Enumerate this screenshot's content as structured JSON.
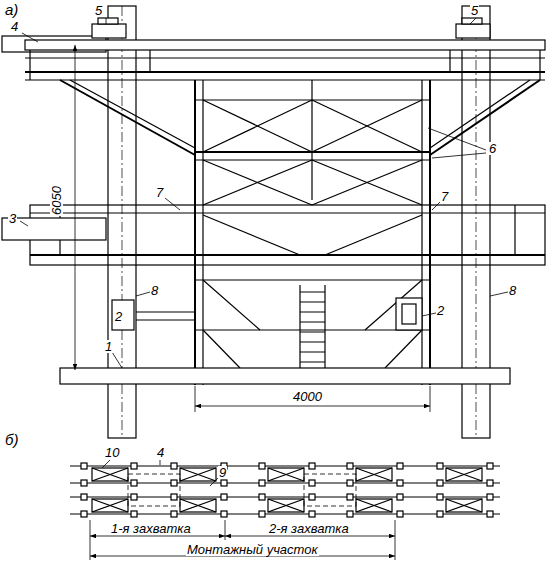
{
  "diagram": {
    "labels": [
      "а)",
      "4",
      "5",
      "5",
      "6050",
      "3",
      "7",
      "7",
      "6",
      "2",
      "2",
      "8",
      "8",
      "1",
      "4000",
      "б)",
      "10",
      "4",
      "9",
      "1-я захватка",
      "2-я захватка",
      "Монтажный участок"
    ]
  }
}
